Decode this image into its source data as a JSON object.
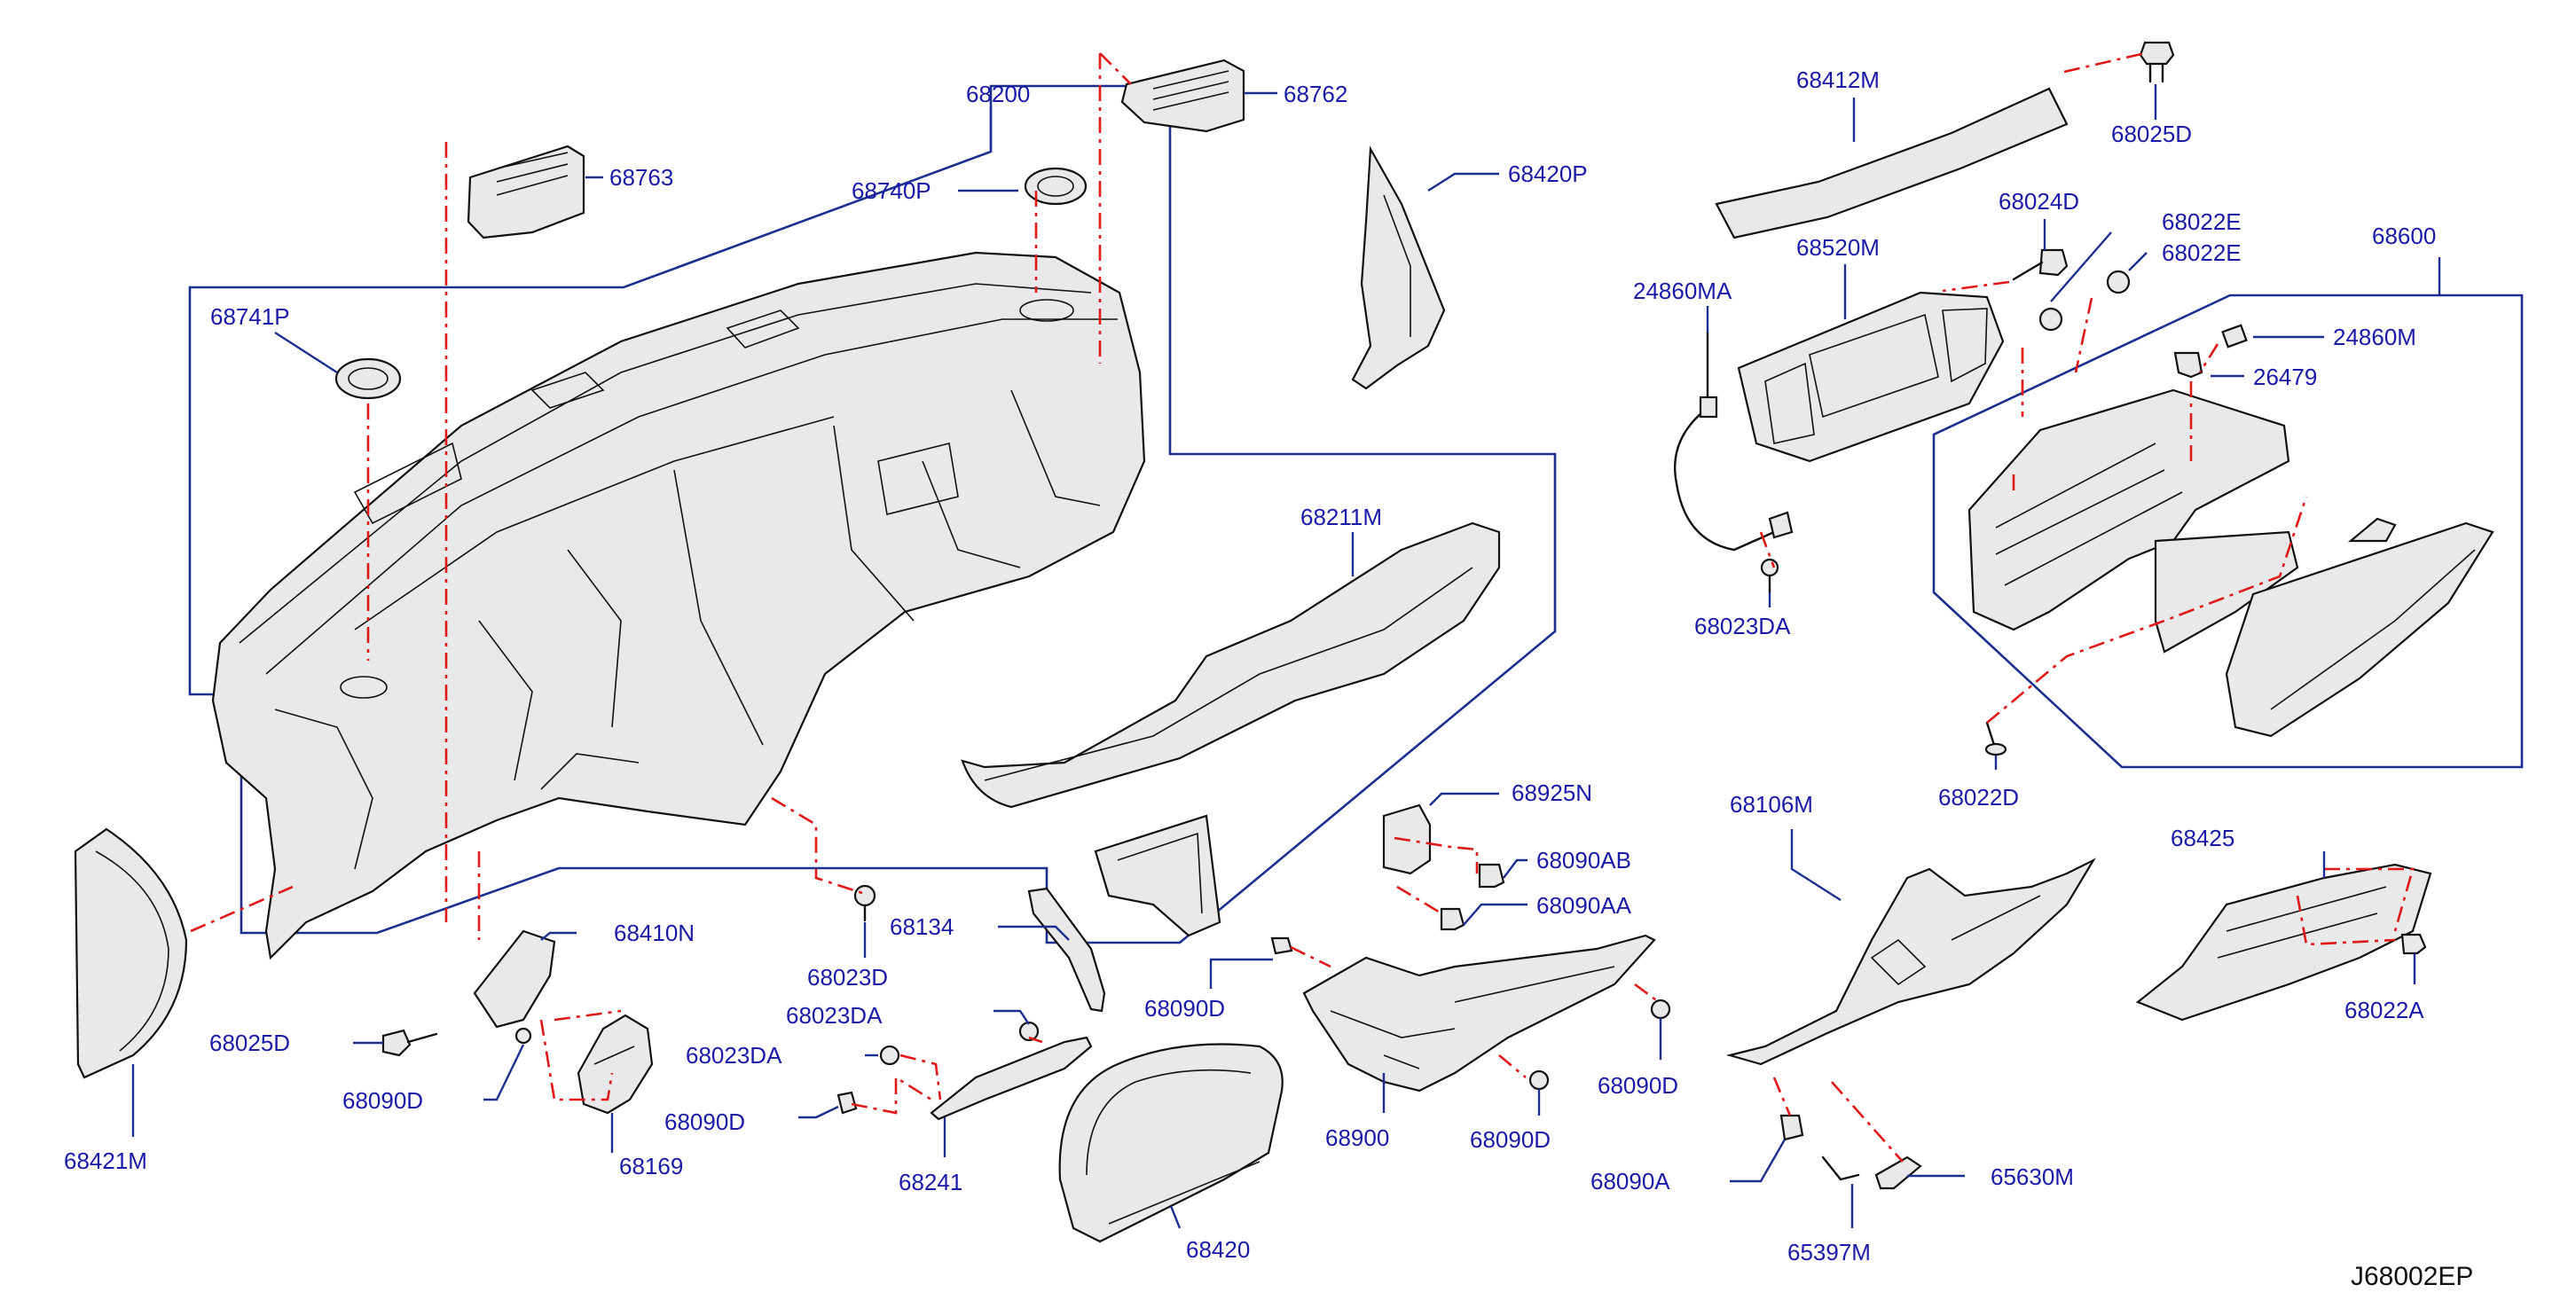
{
  "diagram_code": "J68002EP",
  "colors": {
    "label": "#1a1aa8",
    "leader": "#1a2f8f",
    "phantom_line": "#e01818",
    "part_outline": "#111111"
  },
  "parts": [
    {
      "id": "p68200",
      "label": "68200"
    },
    {
      "id": "p68762",
      "label": "68762"
    },
    {
      "id": "p68763",
      "label": "68763"
    },
    {
      "id": "p68740P",
      "label": "68740P"
    },
    {
      "id": "p68741P",
      "label": "68741P"
    },
    {
      "id": "p68420P",
      "label": "68420P"
    },
    {
      "id": "p68412M",
      "label": "68412M"
    },
    {
      "id": "p68025D_top",
      "label": "68025D"
    },
    {
      "id": "p68024D",
      "label": "68024D"
    },
    {
      "id": "p68022E_a",
      "label": "68022E"
    },
    {
      "id": "p68022E_b",
      "label": "68022E"
    },
    {
      "id": "p68520M",
      "label": "68520M"
    },
    {
      "id": "p24860MA",
      "label": "24860MA"
    },
    {
      "id": "p68023DA_top",
      "label": "68023DA"
    },
    {
      "id": "p68600",
      "label": "68600"
    },
    {
      "id": "p24860M",
      "label": "24860M"
    },
    {
      "id": "p26479",
      "label": "26479"
    },
    {
      "id": "p68022D",
      "label": "68022D"
    },
    {
      "id": "p68211M",
      "label": "68211M"
    },
    {
      "id": "p68925N",
      "label": "68925N"
    },
    {
      "id": "p68090AB",
      "label": "68090AB"
    },
    {
      "id": "p68090AA",
      "label": "68090AA"
    },
    {
      "id": "p68106M",
      "label": "68106M"
    },
    {
      "id": "p68425",
      "label": "68425"
    },
    {
      "id": "p68022A",
      "label": "68022A"
    },
    {
      "id": "p68410N",
      "label": "68410N"
    },
    {
      "id": "p68025D_low",
      "label": "68025D"
    },
    {
      "id": "p68090D_a",
      "label": "68090D"
    },
    {
      "id": "p68169",
      "label": "68169"
    },
    {
      "id": "p68421M",
      "label": "68421M"
    },
    {
      "id": "p68023D",
      "label": "68023D"
    },
    {
      "id": "p68134",
      "label": "68134"
    },
    {
      "id": "p68023DA_mid",
      "label": "68023DA"
    },
    {
      "id": "p68023DA_low",
      "label": "68023DA"
    },
    {
      "id": "p68090D_b",
      "label": "68090D"
    },
    {
      "id": "p68241",
      "label": "68241"
    },
    {
      "id": "p68090D_c",
      "label": "68090D"
    },
    {
      "id": "p68420",
      "label": "68420"
    },
    {
      "id": "p68900",
      "label": "68900"
    },
    {
      "id": "p68090D_d",
      "label": "68090D"
    },
    {
      "id": "p68090D_e",
      "label": "68090D"
    },
    {
      "id": "p68090A",
      "label": "68090A"
    },
    {
      "id": "p65397M",
      "label": "65397M"
    },
    {
      "id": "p65630M",
      "label": "65630M"
    }
  ]
}
